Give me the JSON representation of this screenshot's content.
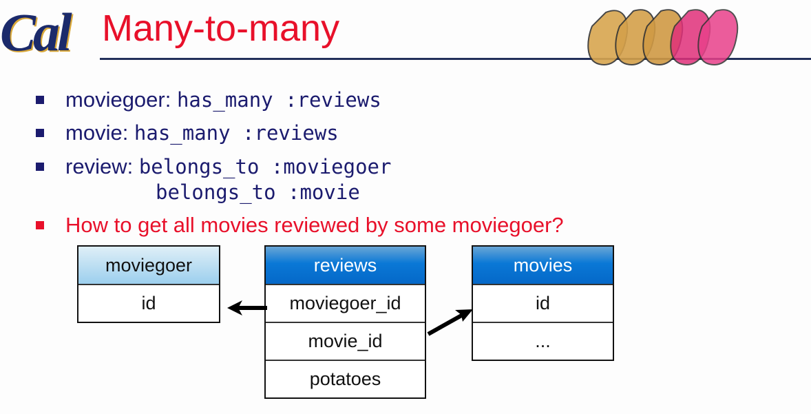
{
  "logo": "Cal",
  "title": "Many-to-many",
  "bullets": [
    {
      "label": "moviegoer: ",
      "code": "has_many :reviews"
    },
    {
      "label": "movie: ",
      "code": "has_many :reviews"
    },
    {
      "label": "review: ",
      "code": "belongs_to :moviegoer",
      "code2": "belongs_to :movie"
    },
    {
      "label": "How to get all movies reviewed by some moviegoer?"
    }
  ],
  "tables": {
    "moviegoer": {
      "name": "moviegoer",
      "rows": [
        "id"
      ]
    },
    "reviews": {
      "name": "reviews",
      "rows": [
        "moviegoer_id",
        "movie_id",
        "potatoes"
      ]
    },
    "movies": {
      "name": "movies",
      "rows": [
        "id",
        "..."
      ]
    }
  },
  "colors": {
    "title": "#e8102a",
    "text": "#1b1b6e"
  }
}
